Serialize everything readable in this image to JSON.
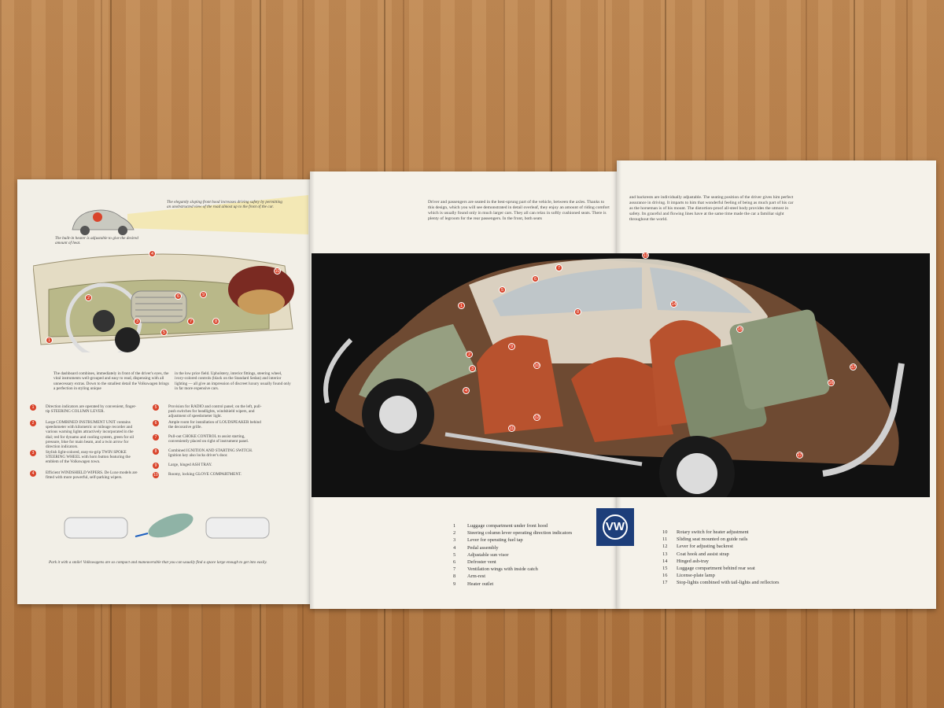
{
  "brochure": {
    "left_page": {
      "top_caption": "The elegantly sloping front hood increases driving safety by permitting an unobstructed view of the road almost up to the front of the car.",
      "heater_caption": "The built-in heater is adjustable to give the desired amount of heat.",
      "dashboard_text_1": "The dashboard combines, immediately in front of the driver's eyes, the vital instruments well-grouped and easy to read, dispensing with all unnecessary extras. Down to the smallest detail the Volkswagen brings a perfection in styling unique",
      "dashboard_text_2": "in the low price field. Upholstery, interior fittings, steering wheel, ivory-colored controls (black on the Standard Sedan) and interior lighting — all give an impression of discreet luxury usually found only in far more expensive cars.",
      "features_left": [
        {
          "n": "1",
          "text": "Direction indicators are operated by convenient, finger-tip STEERING COLUMN LEVER."
        },
        {
          "n": "2",
          "text": "Large COMBINED INSTRUMENT UNIT contains speedometer with kilometric or mileage recorder and various warning lights attractively incorporated in the dial; red for dynamo and cooling system, green for oil pressure, blue for main beam, and a twin arrow for direction indicators."
        },
        {
          "n": "3",
          "text": "Stylish light-colored, easy-to-grip TWIN SPOKE STEERING WHEEL with horn button featuring the emblem of the Volkswagen town."
        },
        {
          "n": "4",
          "text": "Efficient WINDSHIELD WIPERS. De Luxe models are fitted with more powerful, self-parking wipers."
        }
      ],
      "features_right": [
        {
          "n": "5",
          "text": "Provision for RADIO and control panel; on the left, pull-push switches for headlights, windshield wipers, and adjustment of speedometer light."
        },
        {
          "n": "6",
          "text": "Ample room for installation of LOUDSPEAKER behind the decorative grille."
        },
        {
          "n": "7",
          "text": "Pull-out CHOKE CONTROL to assist starting, conveniently placed on right of instrument panel."
        },
        {
          "n": "8",
          "text": "Combined IGNITION AND STARTING SWITCH. Ignition key also locks driver's door."
        },
        {
          "n": "9",
          "text": "Large, hinged ASH TRAY."
        },
        {
          "n": "10",
          "text": "Roomy, locking GLOVE COMPARTMENT."
        }
      ],
      "parking_caption": "Park it with a smile! Volkswagens are so compact and maneuverable that you can usually find a space large enough to get into easily."
    },
    "mid_page": {
      "text": "Driver and passengers are seated in the best-sprung part of the vehicle, between the axles. Thanks to this design, which you will see demonstrated in detail overleaf, they enjoy an amount of riding comfort which is usually found only in much larger cars. They all can relax in softly cushioned seats. There is plenty of legroom for the rear passengers. In the front, both seats"
    },
    "right_page": {
      "text": "and backrests are individually adjustable. The seating position of the driver gives him perfect assurance in driving. It imparts to him that wonderful feeling of being as much part of his car as the horseman is of his mount. The distortion-proof all-steel body provides the utmost in safety. Its graceful and flowing lines have at the same time made the car a familiar sight throughout the world."
    },
    "legend_left": [
      {
        "n": "1",
        "text": "Luggage compartment under front hood"
      },
      {
        "n": "2",
        "text": "Steering column lever operating direction indicators"
      },
      {
        "n": "3",
        "text": "Lever for operating fuel tap"
      },
      {
        "n": "4",
        "text": "Pedal assembly"
      },
      {
        "n": "5",
        "text": "Adjustable sun visor"
      },
      {
        "n": "6",
        "text": "Defroster vent"
      },
      {
        "n": "7",
        "text": "Ventilation wings with inside catch"
      },
      {
        "n": "8",
        "text": "Arm-rest"
      },
      {
        "n": "9",
        "text": "Heater outlet"
      }
    ],
    "legend_right": [
      {
        "n": "10",
        "text": "Rotary switch for heater adjustment"
      },
      {
        "n": "11",
        "text": "Sliding seat mounted on guide rails"
      },
      {
        "n": "12",
        "text": "Lever for adjusting backrest"
      },
      {
        "n": "13",
        "text": "Coat hook and assist strap"
      },
      {
        "n": "14",
        "text": "Hinged ash-tray"
      },
      {
        "n": "15",
        "text": "Luggage compartment behind rear seat"
      },
      {
        "n": "16",
        "text": "License-plate lamp"
      },
      {
        "n": "17",
        "text": "Stop-lights combined with tail-lights and reflectors"
      }
    ],
    "logo_text": "VW",
    "car_callouts": [
      "1",
      "2",
      "3",
      "4",
      "5",
      "6",
      "7",
      "8",
      "9",
      "10",
      "11",
      "12",
      "13",
      "14",
      "15",
      "16",
      "17",
      "17"
    ],
    "dash_callouts": [
      "1",
      "2",
      "3",
      "4",
      "5",
      "6",
      "7",
      "8",
      "9",
      "10"
    ]
  }
}
